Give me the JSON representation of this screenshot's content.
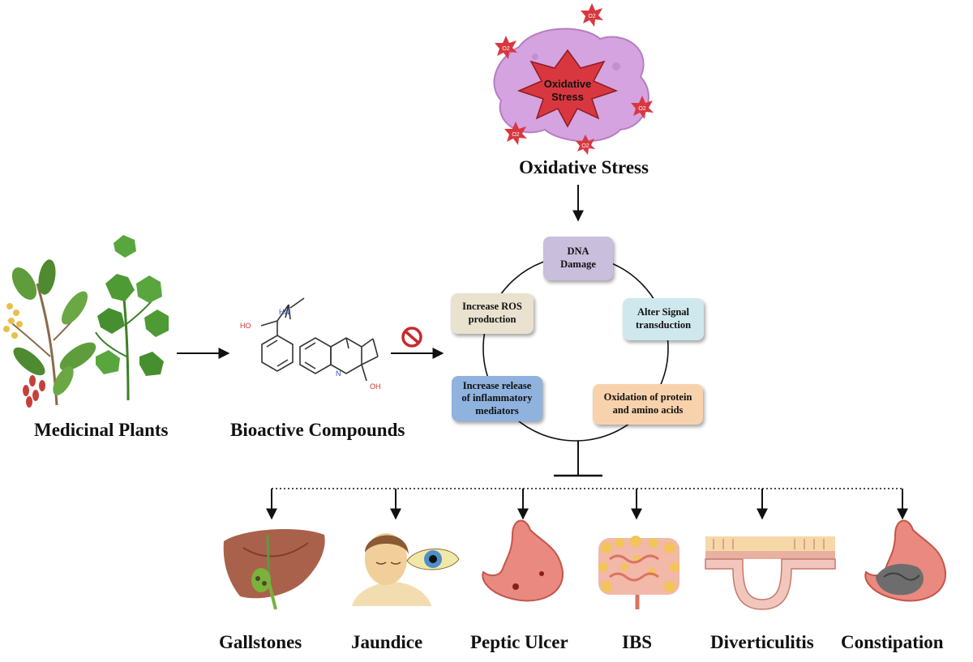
{
  "oxidative": {
    "blob_label": "Oxidative Stress",
    "ros_symbol": "O2",
    "title": "Oxidative Stress"
  },
  "cycle": {
    "dna": "DNA Damage",
    "signal": "Alter Signal transduction",
    "protein": "Oxidation of protein and amino acids",
    "inflammatory": "Increase release of inflammatory mediators",
    "ros": "Increase ROS production"
  },
  "left": {
    "plants_label": "Medicinal Plants",
    "compounds_label": "Bioactive Compounds",
    "atoms": {
      "ho": "HO",
      "nh": "HN",
      "n": "N",
      "oh": "OH"
    }
  },
  "diseases": [
    {
      "label": "Gallstones"
    },
    {
      "label": "Jaundice"
    },
    {
      "label": "Peptic Ulcer"
    },
    {
      "label": "IBS"
    },
    {
      "label": "Diverticulitis"
    },
    {
      "label": "Constipation"
    }
  ],
  "colors": {
    "dna_box": "#c9bedb",
    "signal_box": "#cfe8ee",
    "protein_box": "#f8d2ad",
    "inflammatory_box": "#8fb2de",
    "ros_box": "#e8e2cf",
    "blob": "#d5a3df",
    "star": "#d9373f",
    "stomach": "#e9897f",
    "liver": "#a9614c",
    "plant_green": "#4e9a34"
  }
}
